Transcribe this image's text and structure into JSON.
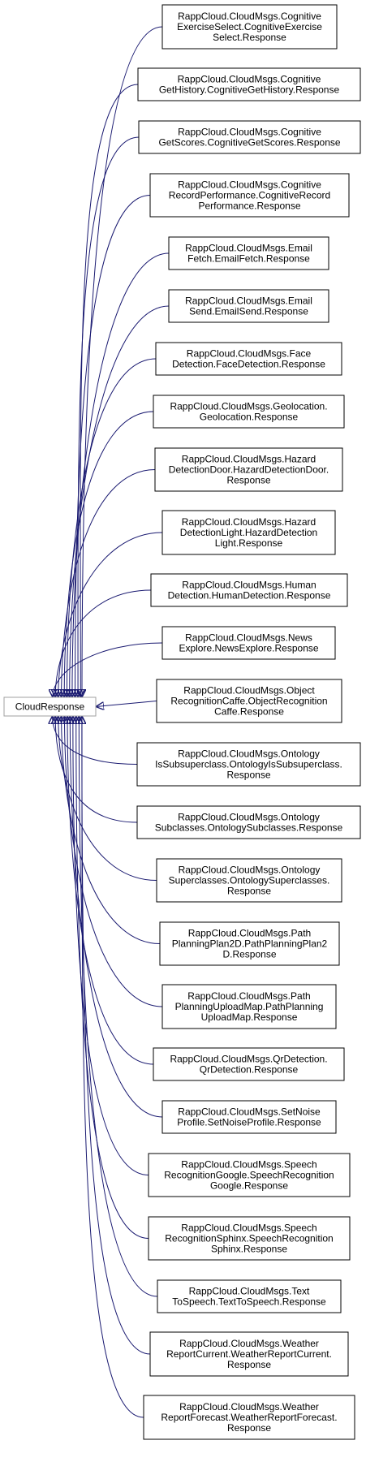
{
  "root": {
    "label": "CloudResponse"
  },
  "colors": {
    "edge": "#191970",
    "node_border": "#000000",
    "root_border": "#a0a0a0",
    "background": "#ffffff"
  },
  "nodes": [
    {
      "lines": [
        "RappCloud.CloudMsgs.Cognitive",
        "ExerciseSelect.CognitiveExercise",
        "Select.Response"
      ]
    },
    {
      "lines": [
        "RappCloud.CloudMsgs.Cognitive",
        "GetHistory.CognitiveGetHistory.Response"
      ]
    },
    {
      "lines": [
        "RappCloud.CloudMsgs.Cognitive",
        "GetScores.CognitiveGetScores.Response"
      ]
    },
    {
      "lines": [
        "RappCloud.CloudMsgs.Cognitive",
        "RecordPerformance.CognitiveRecord",
        "Performance.Response"
      ]
    },
    {
      "lines": [
        "RappCloud.CloudMsgs.Email",
        "Fetch.EmailFetch.Response"
      ]
    },
    {
      "lines": [
        "RappCloud.CloudMsgs.Email",
        "Send.EmailSend.Response"
      ]
    },
    {
      "lines": [
        "RappCloud.CloudMsgs.Face",
        "Detection.FaceDetection.Response"
      ]
    },
    {
      "lines": [
        "RappCloud.CloudMsgs.Geolocation.",
        "Geolocation.Response"
      ]
    },
    {
      "lines": [
        "RappCloud.CloudMsgs.Hazard",
        "DetectionDoor.HazardDetectionDoor.",
        "Response"
      ]
    },
    {
      "lines": [
        "RappCloud.CloudMsgs.Hazard",
        "DetectionLight.HazardDetection",
        "Light.Response"
      ]
    },
    {
      "lines": [
        "RappCloud.CloudMsgs.Human",
        "Detection.HumanDetection.Response"
      ]
    },
    {
      "lines": [
        "RappCloud.CloudMsgs.News",
        "Explore.NewsExplore.Response"
      ]
    },
    {
      "lines": [
        "RappCloud.CloudMsgs.Object",
        "RecognitionCaffe.ObjectRecognition",
        "Caffe.Response"
      ]
    },
    {
      "lines": [
        "RappCloud.CloudMsgs.Ontology",
        "IsSubsuperclass.OntologyIsSubsuperclass.",
        "Response"
      ]
    },
    {
      "lines": [
        "RappCloud.CloudMsgs.Ontology",
        "Subclasses.OntologySubclasses.Response"
      ]
    },
    {
      "lines": [
        "RappCloud.CloudMsgs.Ontology",
        "Superclasses.OntologySuperclasses.",
        "Response"
      ]
    },
    {
      "lines": [
        "RappCloud.CloudMsgs.Path",
        "PlanningPlan2D.PathPlanningPlan2",
        "D.Response"
      ]
    },
    {
      "lines": [
        "RappCloud.CloudMsgs.Path",
        "PlanningUploadMap.PathPlanning",
        "UploadMap.Response"
      ]
    },
    {
      "lines": [
        "RappCloud.CloudMsgs.QrDetection.",
        "QrDetection.Response"
      ]
    },
    {
      "lines": [
        "RappCloud.CloudMsgs.SetNoise",
        "Profile.SetNoiseProfile.Response"
      ]
    },
    {
      "lines": [
        "RappCloud.CloudMsgs.Speech",
        "RecognitionGoogle.SpeechRecognition",
        "Google.Response"
      ]
    },
    {
      "lines": [
        "RappCloud.CloudMsgs.Speech",
        "RecognitionSphinx.SpeechRecognition",
        "Sphinx.Response"
      ]
    },
    {
      "lines": [
        "RappCloud.CloudMsgs.Text",
        "ToSpeech.TextToSpeech.Response"
      ]
    },
    {
      "lines": [
        "RappCloud.CloudMsgs.Weather",
        "ReportCurrent.WeatherReportCurrent.",
        "Response"
      ]
    },
    {
      "lines": [
        "RappCloud.CloudMsgs.Weather",
        "ReportForecast.WeatherReportForecast.",
        "Response"
      ]
    }
  ]
}
